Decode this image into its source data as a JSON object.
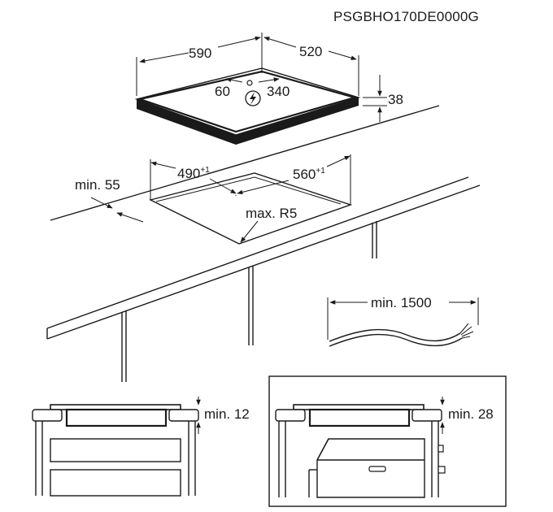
{
  "model_code": "PSGBHO170DE0000G",
  "hob": {
    "width": "590",
    "depth": "520",
    "height": "38",
    "connection_x": "60",
    "connection_y": "340",
    "power_icon": "lightning-bolt-icon"
  },
  "cutout": {
    "width": "490",
    "width_tolerance": "+1",
    "depth": "560",
    "depth_tolerance": "+1",
    "min_edge": "min. 55",
    "corner_radius": "max. R5"
  },
  "cable": {
    "min_length": "min. 1500"
  },
  "installations": [
    {
      "min_gap": "min. 12"
    },
    {
      "min_gap": "min. 28"
    }
  ]
}
